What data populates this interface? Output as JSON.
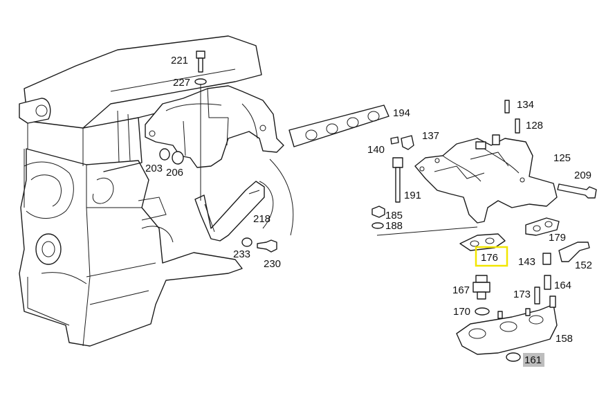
{
  "diagram": {
    "callouts": [
      {
        "id": "221",
        "text": "221"
      },
      {
        "id": "227",
        "text": "227"
      },
      {
        "id": "194",
        "text": "194"
      },
      {
        "id": "134",
        "text": "134"
      },
      {
        "id": "128",
        "text": "128"
      },
      {
        "id": "137",
        "text": "137"
      },
      {
        "id": "140",
        "text": "140"
      },
      {
        "id": "125",
        "text": "125"
      },
      {
        "id": "209",
        "text": "209"
      },
      {
        "id": "203",
        "text": "203"
      },
      {
        "id": "206",
        "text": "206"
      },
      {
        "id": "191",
        "text": "191"
      },
      {
        "id": "185",
        "text": "185"
      },
      {
        "id": "188",
        "text": "188"
      },
      {
        "id": "218",
        "text": "218"
      },
      {
        "id": "179",
        "text": "179"
      },
      {
        "id": "233",
        "text": "233"
      },
      {
        "id": "230",
        "text": "230"
      },
      {
        "id": "176",
        "text": "176"
      },
      {
        "id": "143",
        "text": "143"
      },
      {
        "id": "152",
        "text": "152"
      },
      {
        "id": "167",
        "text": "167"
      },
      {
        "id": "173",
        "text": "173"
      },
      {
        "id": "164",
        "text": "164"
      },
      {
        "id": "170",
        "text": "170"
      },
      {
        "id": "158",
        "text": "158"
      },
      {
        "id": "161",
        "text": "161"
      }
    ],
    "highlight_colors": {
      "selected": "#f2e600",
      "secondary": "#bdbdbd"
    }
  }
}
